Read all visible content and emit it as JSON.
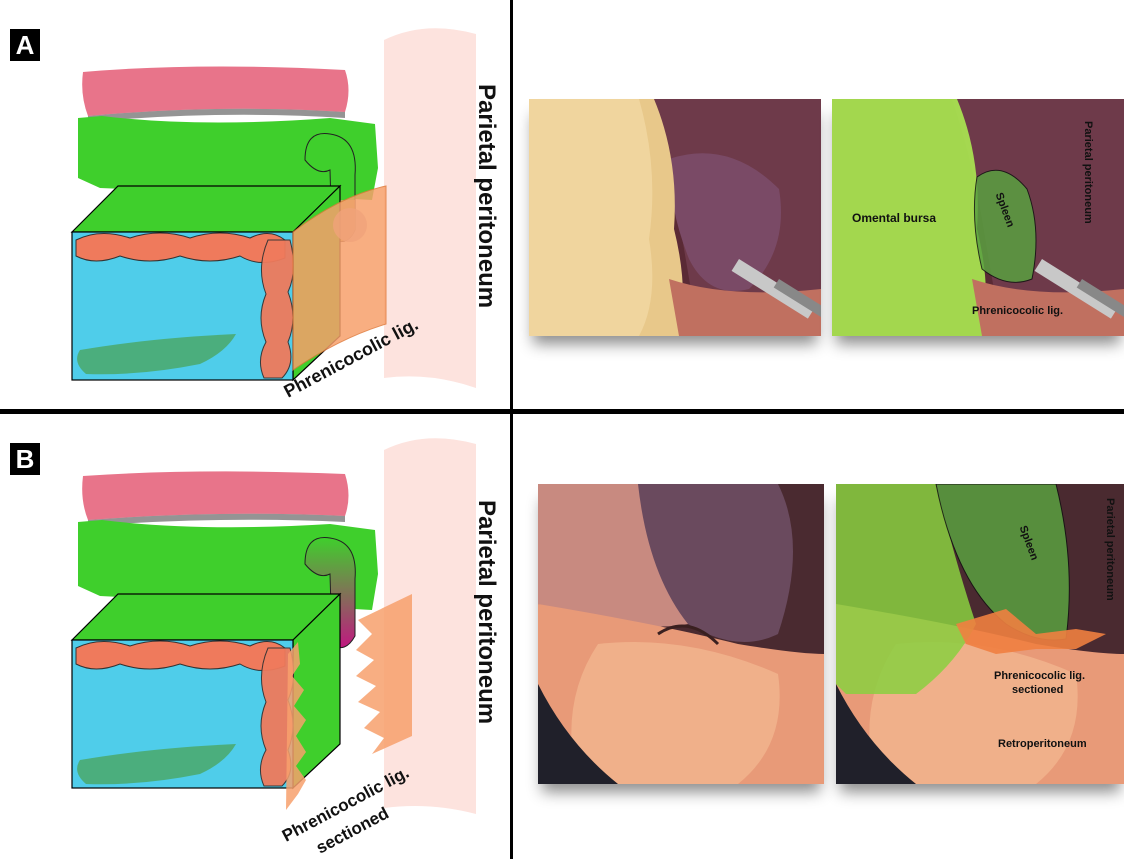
{
  "panels": {
    "a": {
      "tag": "A",
      "side_label": "Parietal peritoneum",
      "ligament_label": "Phrenicocolic lig."
    },
    "b": {
      "tag": "B",
      "side_label": "Parietal peritoneum",
      "ligament_label_line1": "Phrenicocolic lig.",
      "ligament_label_line2": "sectioned"
    }
  },
  "photo_a_annotated": {
    "omental_bursa": "Omental bursa",
    "spleen": "Spleen",
    "parietal_peritoneum": "Parietal peritoneum",
    "phrenicocolic": "Phrenicocolic lig."
  },
  "photo_b_annotated": {
    "spleen": "Spleen",
    "parietal_peritoneum": "Parietal peritoneum",
    "phrenicocolic_line1": "Phrenicocolic lig.",
    "phrenicocolic_line2": "sectioned",
    "retroperitoneum": "Retroperitoneum"
  },
  "colors": {
    "stomach_pink": "#e8748a",
    "spleen_green": "#3fcf2c",
    "colon_orange": "#ef7a5c",
    "cube_blue": "#4fcdea",
    "peritoneum_pink": "#fde3de",
    "ligament_orange": "#f7a06c",
    "overlay_green": "#a8e050"
  }
}
